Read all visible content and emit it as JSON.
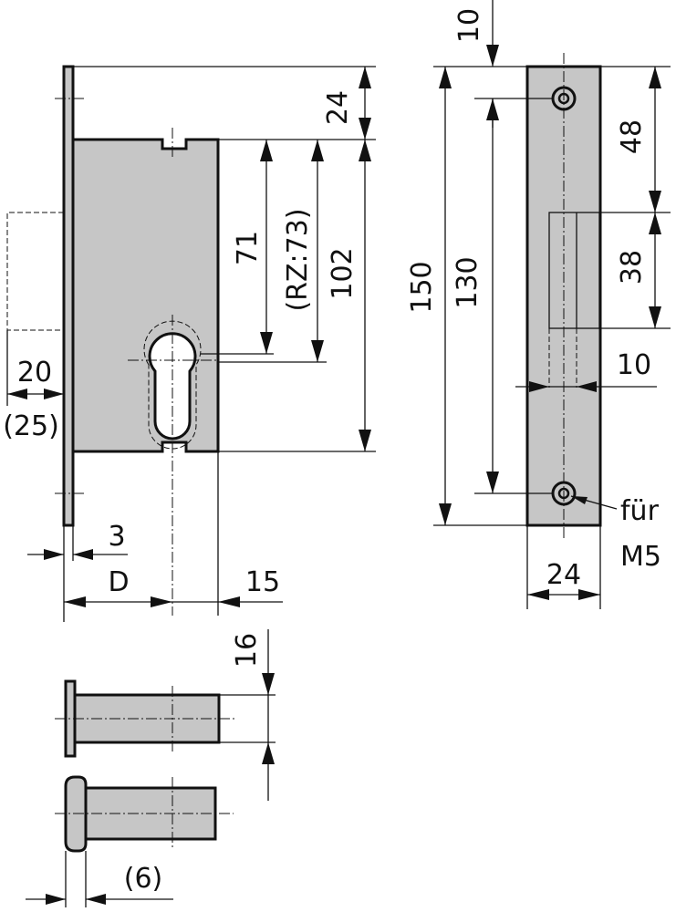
{
  "dimensions": {
    "d10_top": "10",
    "d24_top": "24",
    "d71": "71",
    "rz73": "(RZ:73)",
    "d102": "102",
    "d20": "20",
    "d25": "(25)",
    "d3": "3",
    "dD": "D",
    "d15": "15",
    "d150": "150",
    "d130": "130",
    "d48": "48",
    "d38": "38",
    "d10_right": "10",
    "fuer": "für",
    "m5": "M5",
    "d24_bottom": "24",
    "d16": "16",
    "d6": "(6)"
  }
}
